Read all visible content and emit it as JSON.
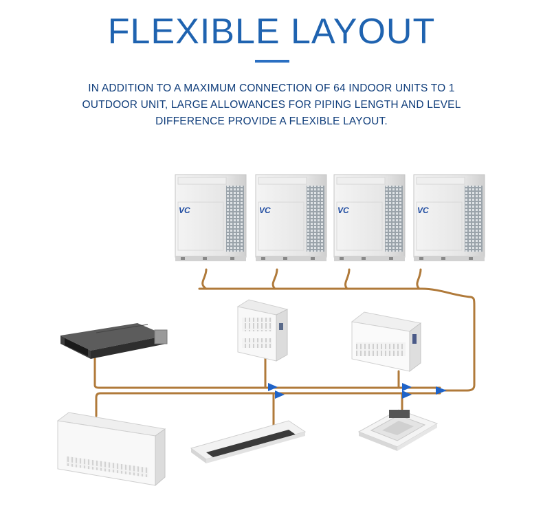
{
  "header": {
    "title": "FLEXIBLE LAYOUT",
    "description": "IN ADDITION TO A MAXIMUM CONNECTION OF 64 INDOOR UNITS TO 1 OUTDOOR UNIT, LARGE ALLOWANCES FOR PIPING LENGTH AND LEVEL DIFFERENCE PROVIDE A FLEXIBLE LAYOUT."
  },
  "colors": {
    "title": "#1f63b0",
    "description": "#0e3c7a",
    "pipe": "#b07a3a",
    "arrow": "#1f63c8"
  },
  "outdoor_units": {
    "count": 4,
    "logo_text": "VC"
  },
  "indoor_units": [
    "ducted-unit",
    "floor-console-unit",
    "ceiling-floor-unit",
    "floor-standing-fan-coil",
    "one-way-cassette",
    "four-way-cassette"
  ]
}
